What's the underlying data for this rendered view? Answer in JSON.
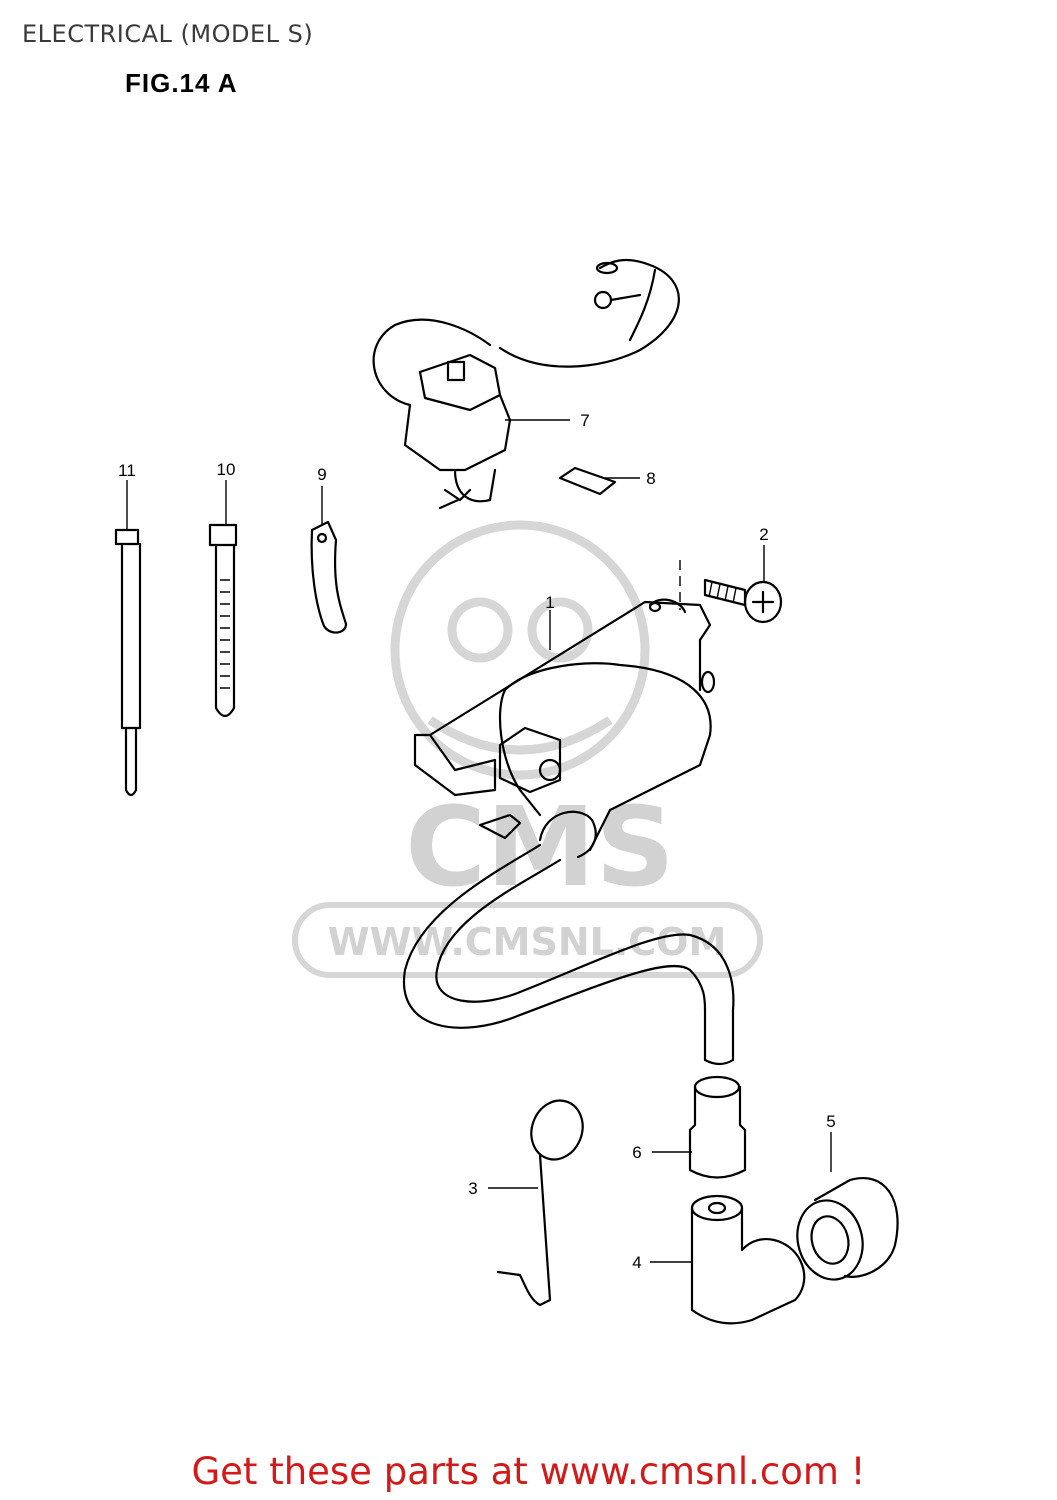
{
  "header": {
    "title": "ELECTRICAL (MODEL S)",
    "figure": "FIG.14 A"
  },
  "watermark": {
    "logo_text": "CMS",
    "url": "WWW.CMSNL.COM"
  },
  "callouts": [
    "1",
    "2",
    "3",
    "4",
    "5",
    "6",
    "7",
    "8",
    "9",
    "10",
    "11"
  ],
  "footer": {
    "text": "Get these parts at www.cmsnl.com !",
    "color": "#d21a1a"
  }
}
